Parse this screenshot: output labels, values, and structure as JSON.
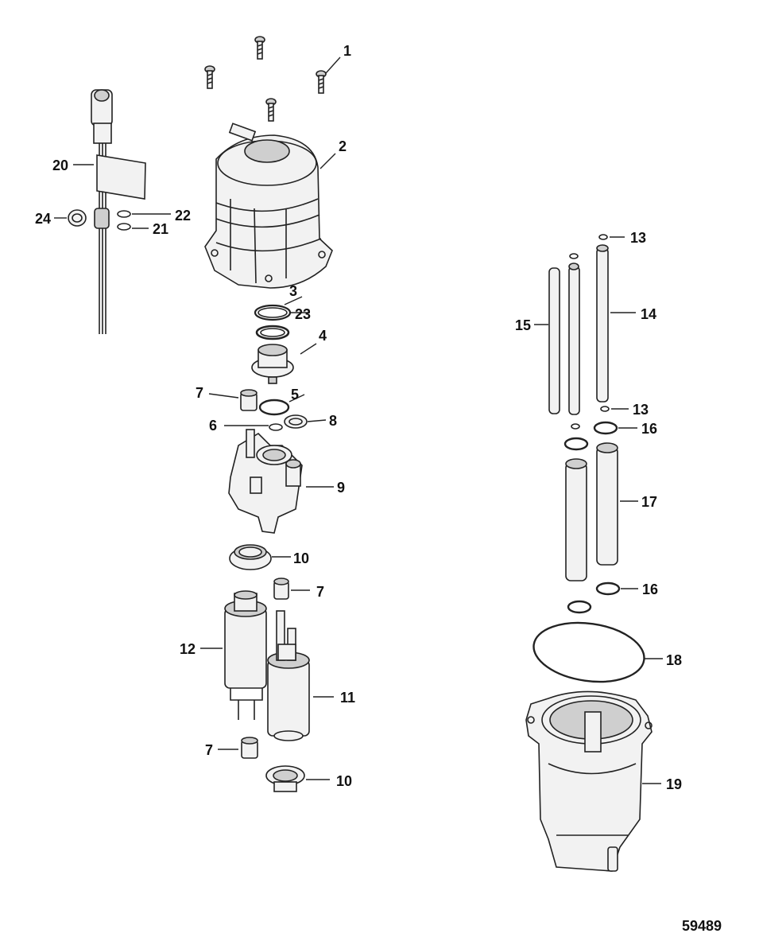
{
  "figure_id": "59489",
  "callouts": [
    {
      "num": "1"
    },
    {
      "num": "2"
    },
    {
      "num": "3"
    },
    {
      "num": "23"
    },
    {
      "num": "4"
    },
    {
      "num": "7"
    },
    {
      "num": "5"
    },
    {
      "num": "6"
    },
    {
      "num": "8"
    },
    {
      "num": "9"
    },
    {
      "num": "10"
    },
    {
      "num": "7"
    },
    {
      "num": "12"
    },
    {
      "num": "11"
    },
    {
      "num": "7"
    },
    {
      "num": "10"
    },
    {
      "num": "20"
    },
    {
      "num": "24"
    },
    {
      "num": "22"
    },
    {
      "num": "21"
    },
    {
      "num": "13"
    },
    {
      "num": "15"
    },
    {
      "num": "14"
    },
    {
      "num": "13"
    },
    {
      "num": "16"
    },
    {
      "num": "17"
    },
    {
      "num": "16"
    },
    {
      "num": "18"
    },
    {
      "num": "19"
    }
  ]
}
